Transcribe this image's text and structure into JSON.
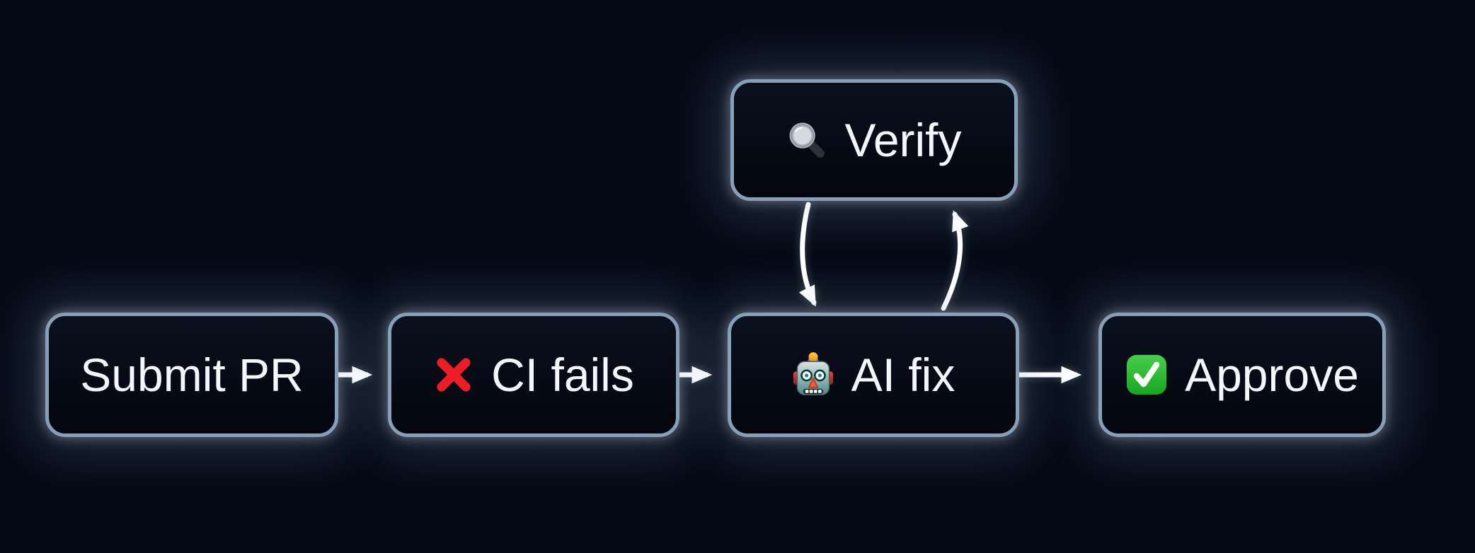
{
  "colors": {
    "background": "#050a16",
    "node_border": "#87a0b8",
    "node_fill_top": "#0a101d",
    "node_fill_bottom": "#03060d",
    "node_text": "#f4f6f9",
    "arrow": "#ffffff",
    "glow": "rgba(190,205,230,0.28)",
    "cross_red": "#ee1c25",
    "check_green": "#22bb33"
  },
  "diagram": {
    "type": "flowchart",
    "direction": "left-to-right",
    "nodes": [
      {
        "id": "verify",
        "label": "Verify",
        "icon": "magnifying-glass-icon",
        "emoji": "🔍"
      },
      {
        "id": "submit_pr",
        "label": "Submit PR",
        "icon": null,
        "emoji": null
      },
      {
        "id": "ci_fails",
        "label": "CI fails",
        "icon": "cross-mark-icon",
        "emoji": "❌"
      },
      {
        "id": "ai_fix",
        "label": "AI fix",
        "icon": "robot-icon",
        "emoji": "🤖"
      },
      {
        "id": "approve",
        "label": "Approve",
        "icon": "check-mark-icon",
        "emoji": "✅"
      }
    ],
    "edges": [
      {
        "from": "submit_pr",
        "to": "ci_fails",
        "style": "straight-arrow"
      },
      {
        "from": "ci_fails",
        "to": "ai_fix",
        "style": "straight-arrow"
      },
      {
        "from": "ai_fix",
        "to": "approve",
        "style": "straight-arrow"
      },
      {
        "from": "verify",
        "to": "ai_fix",
        "style": "curved-arrow-down"
      },
      {
        "from": "ai_fix",
        "to": "verify",
        "style": "curved-arrow-up"
      }
    ]
  }
}
